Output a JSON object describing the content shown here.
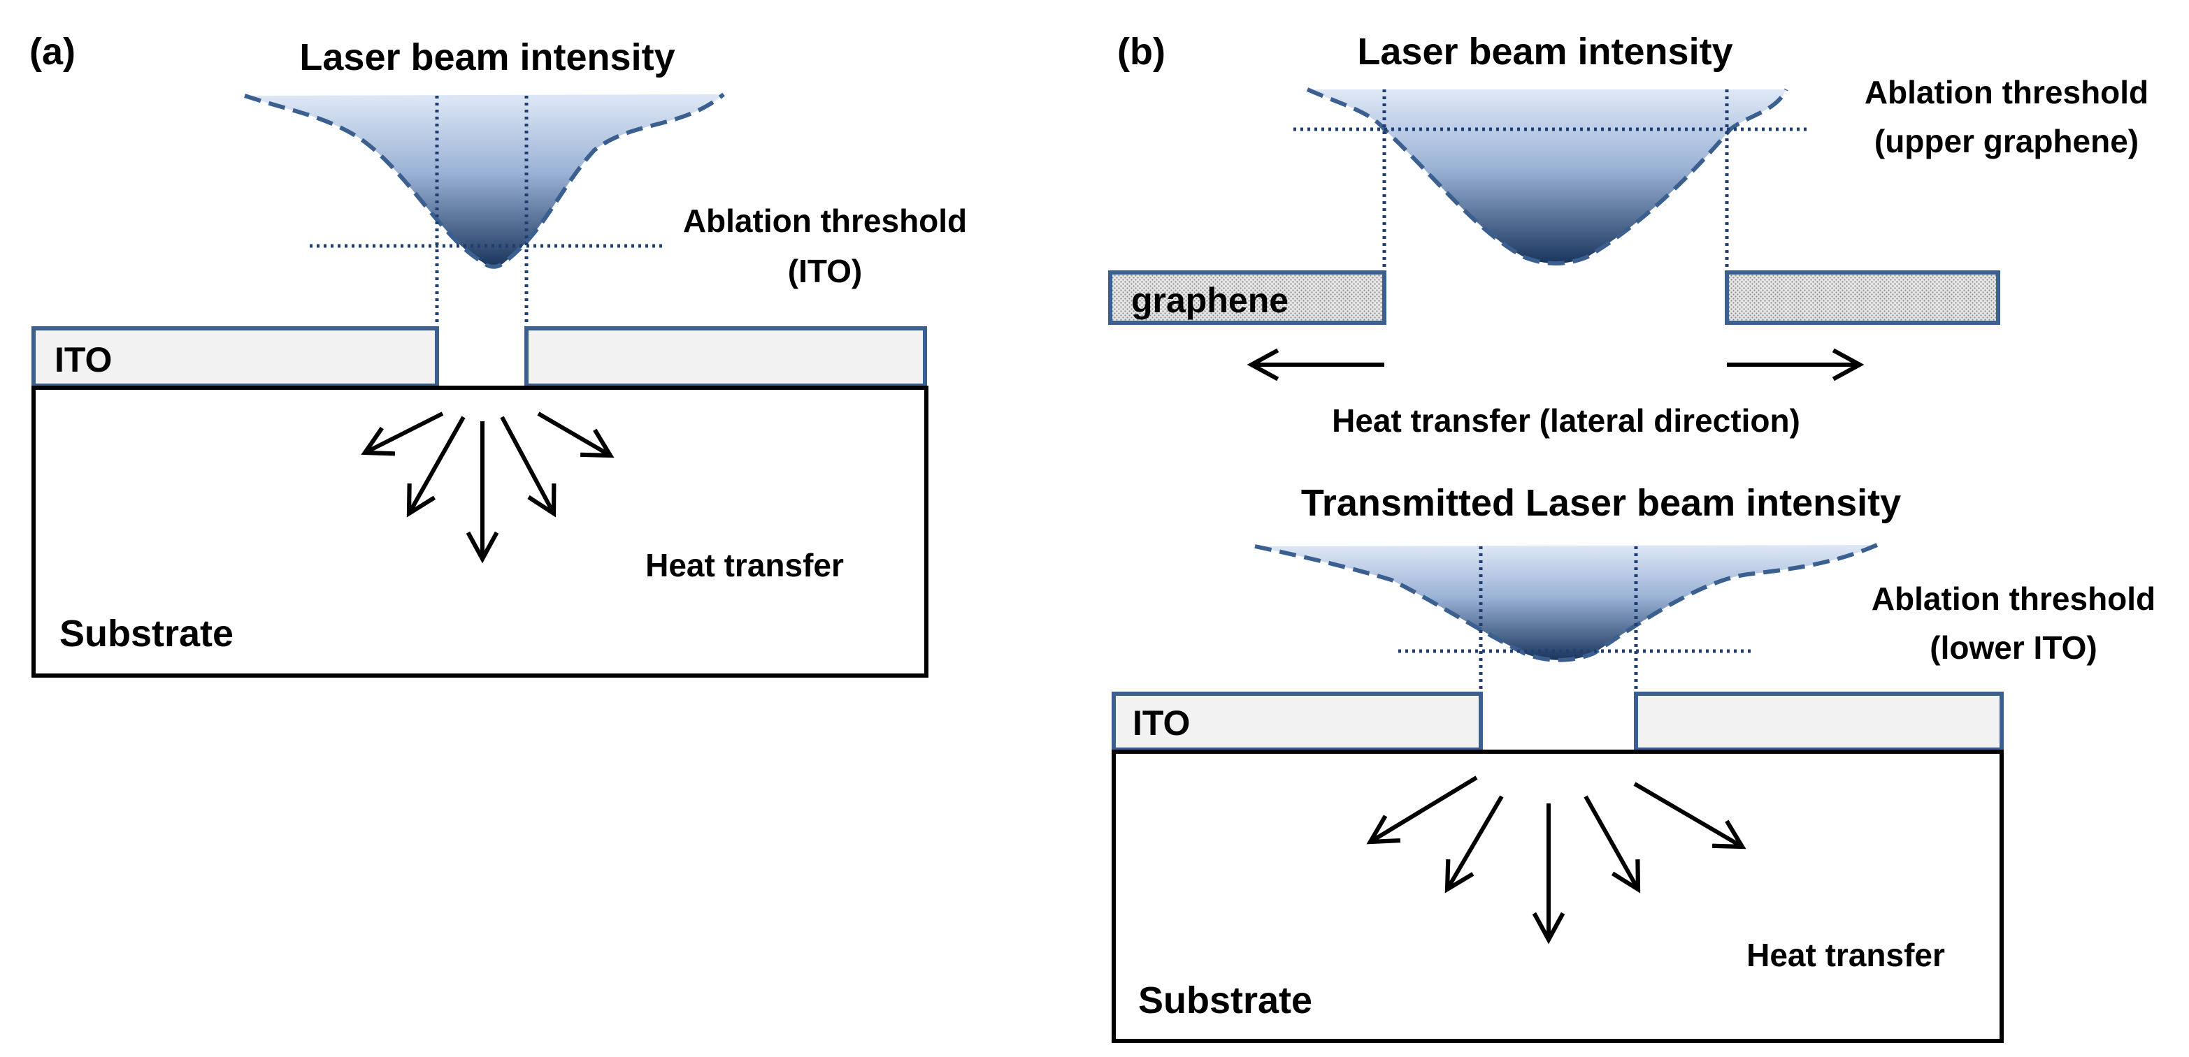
{
  "panel_a": {
    "label": "(a)",
    "beam_title": "Laser beam intensity",
    "threshold_line1": "Ablation threshold",
    "threshold_line2": "(ITO)",
    "ito_label": "ITO",
    "heat_label": "Heat transfer",
    "substrate_label": "Substrate"
  },
  "panel_b": {
    "label": "(b)",
    "beam_title": "Laser beam intensity",
    "threshold_upper_line1": "Ablation threshold",
    "threshold_upper_line2": "(upper graphene)",
    "graphene_label": "graphene",
    "lateral_heat_label": "Heat transfer (lateral direction)",
    "transmitted_title": "Transmitted Laser beam intensity",
    "threshold_lower_line1": "Ablation threshold",
    "threshold_lower_line2": "(lower ITO)",
    "ito_label": "ITO",
    "heat_label": "Heat transfer",
    "substrate_label": "Substrate"
  },
  "colors": {
    "beam_top": "#dde7f5",
    "beam_bottom": "#1c3a63",
    "outline": "#3b5f8f",
    "threshold_dots": "#1f3f73",
    "layer_fill": "#f2f2f2",
    "arrow": "#000000"
  }
}
